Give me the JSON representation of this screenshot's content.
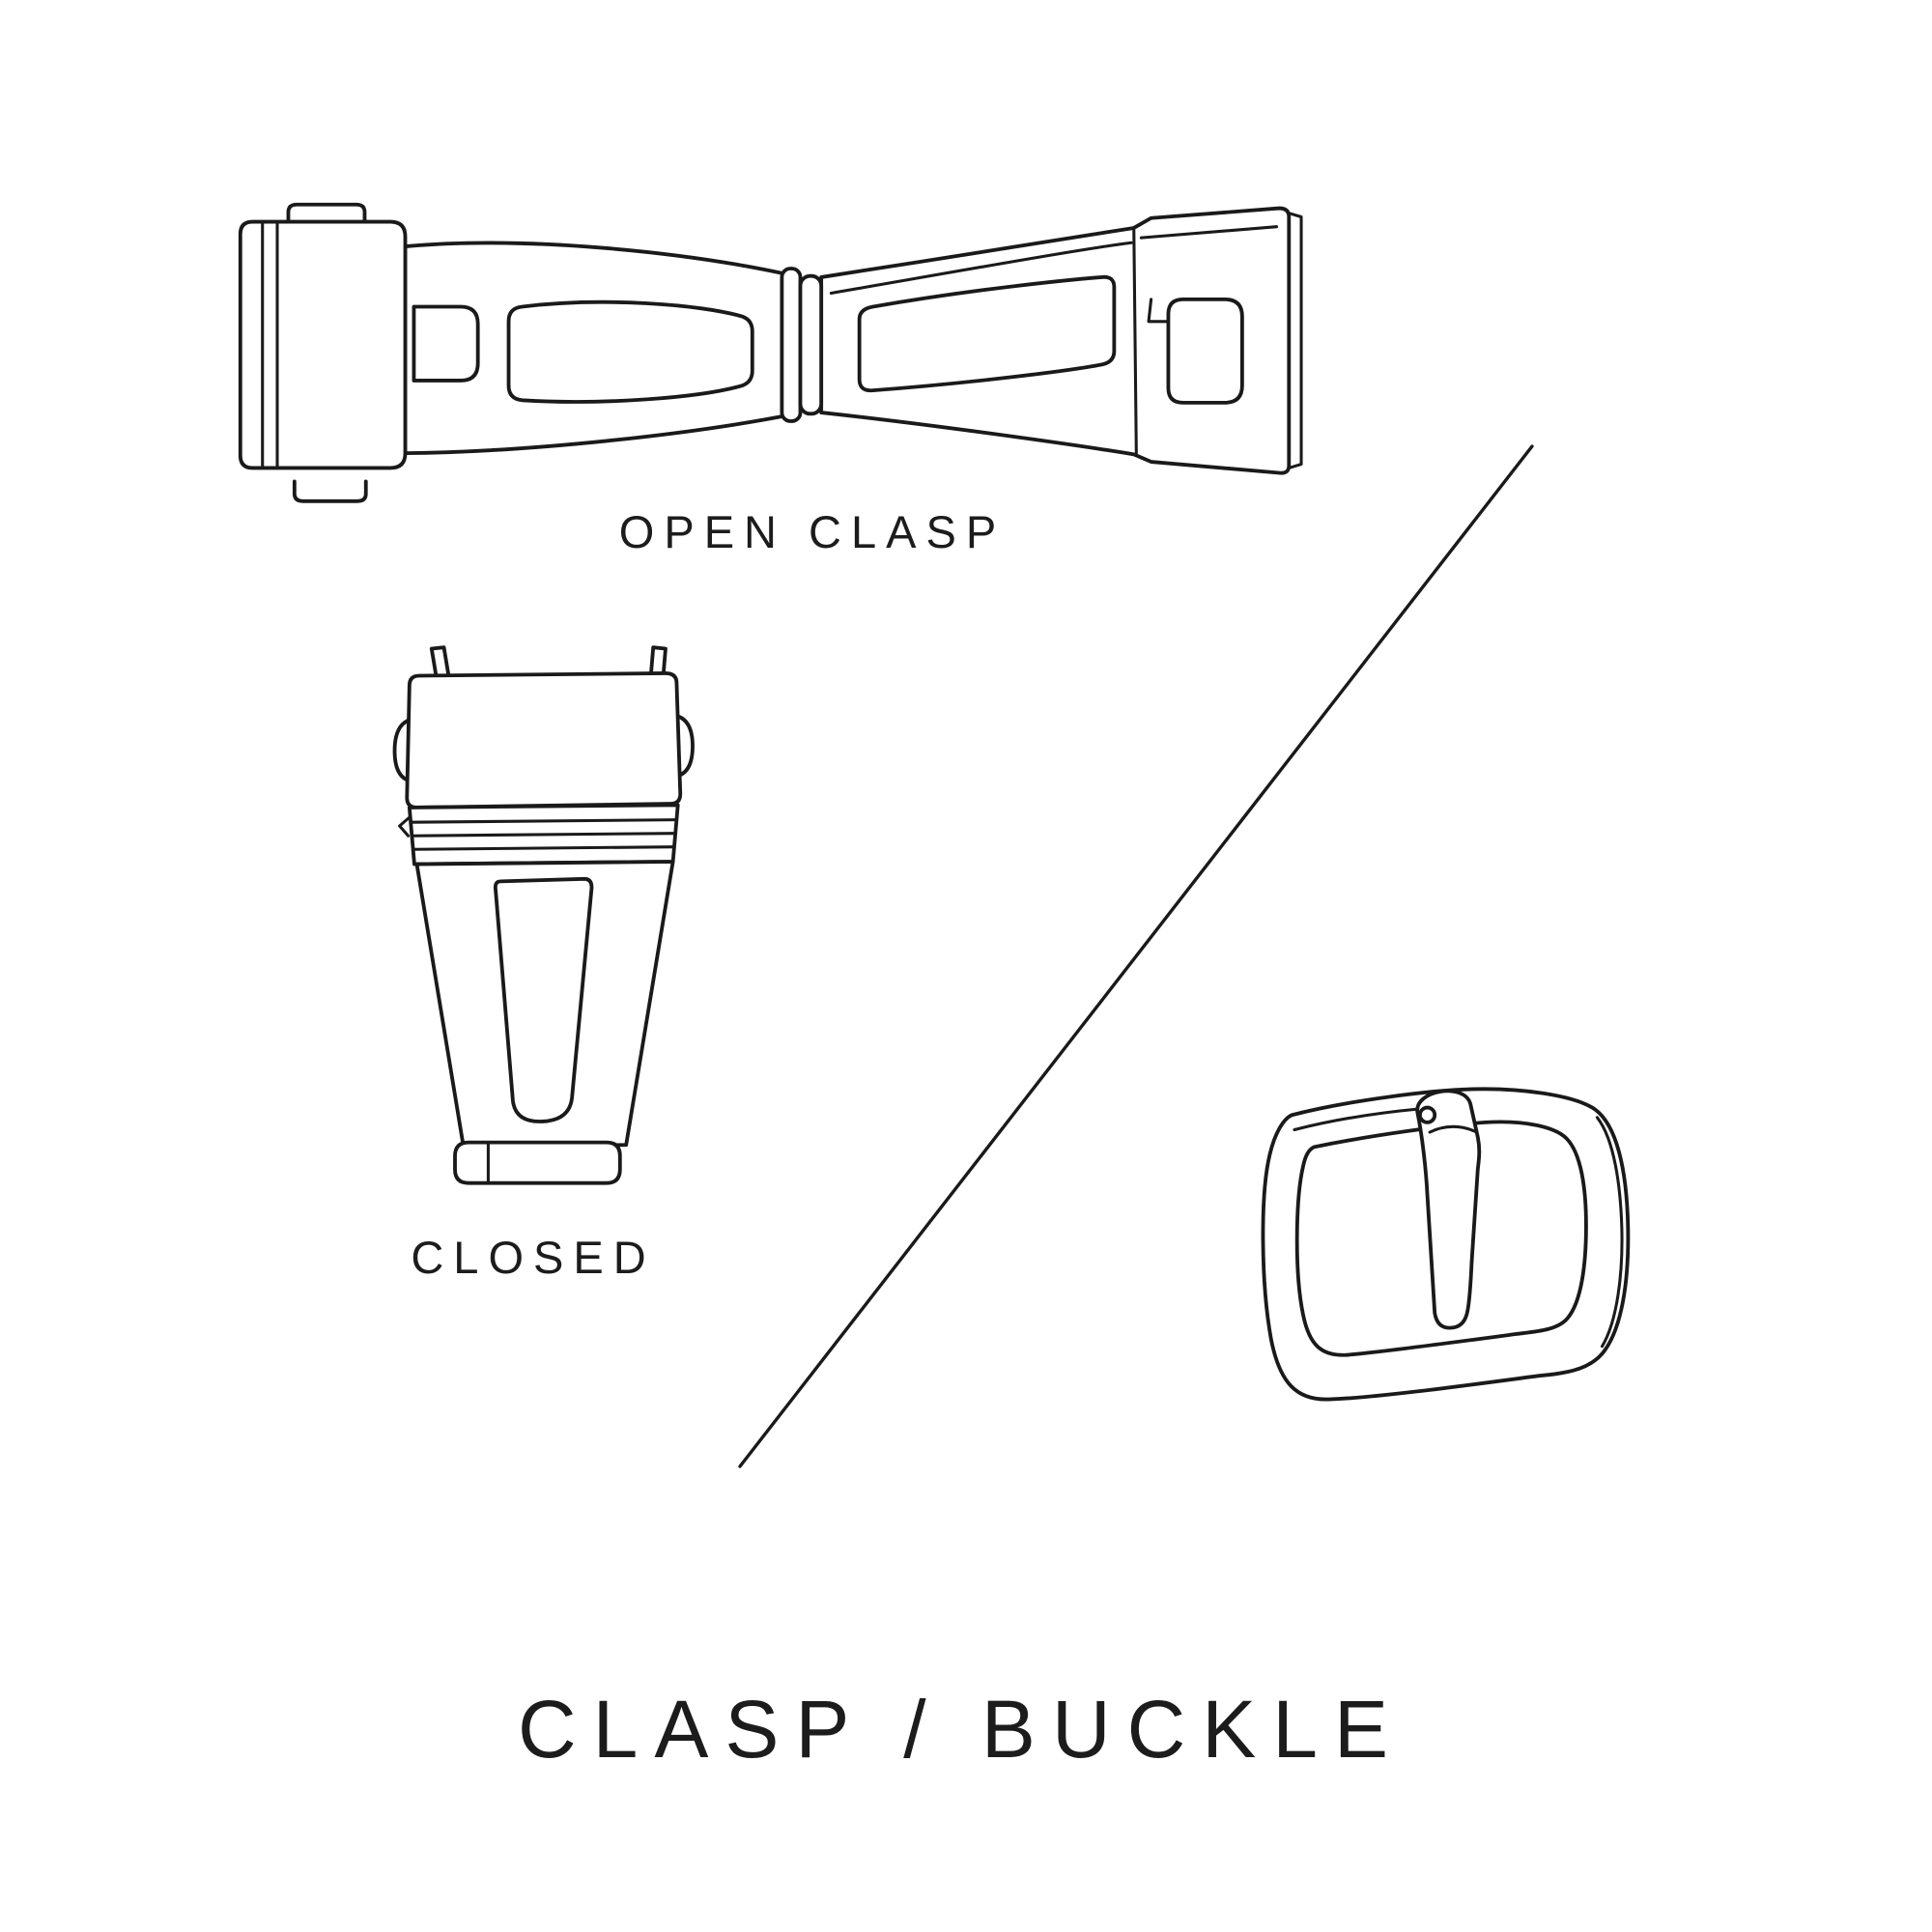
{
  "page": {
    "background": "#ffffff",
    "line_color": "#1a1a1a"
  },
  "title": "CLASP / BUCKLE",
  "labels": {
    "open_clasp": "OPEN CLASP",
    "closed": "CLOSED"
  },
  "illustrations": [
    {
      "name": "open-clasp-illustration",
      "caption": "OPEN CLASP"
    },
    {
      "name": "closed-clasp-illustration",
      "caption": "CLOSED"
    },
    {
      "name": "buckle-illustration",
      "caption": ""
    }
  ],
  "divider": {
    "name": "diagonal-divider"
  }
}
